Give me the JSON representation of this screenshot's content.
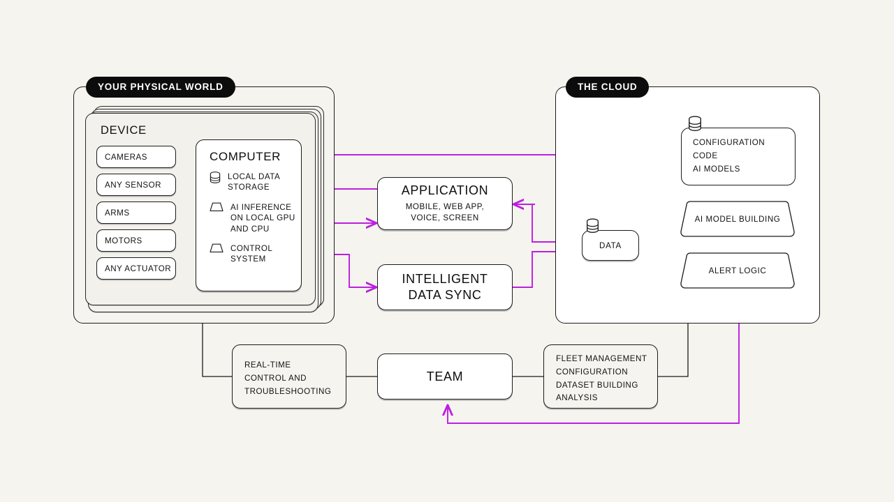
{
  "theme": {
    "background": "#f6f4ef",
    "stroke": "#1b1b1b",
    "accent": "#bd1ee0",
    "badge_bg": "#0c0c0c",
    "badge_fg": "#ffffff"
  },
  "regions": {
    "physical_world": {
      "badge": "YOUR PHYSICAL WORLD"
    },
    "cloud": {
      "badge": "THE CLOUD"
    }
  },
  "device": {
    "title": "DEVICE",
    "peripherals": [
      {
        "label": "CAMERAS",
        "direction": "to-computer"
      },
      {
        "label": "ANY SENSOR",
        "direction": "to-computer"
      },
      {
        "label": "ARMS",
        "direction": "from-computer"
      },
      {
        "label": "MOTORS",
        "direction": "from-computer"
      },
      {
        "label": "ANY ACTUATOR",
        "direction": "from-computer"
      }
    ],
    "computer": {
      "title": "COMPUTER",
      "items": [
        {
          "icon": "database-icon",
          "label": "LOCAL DATA\nSTORAGE"
        },
        {
          "icon": "trapezoid-compute-icon",
          "label": "AI INFERENCE\nON LOCAL GPU\nAND CPU"
        },
        {
          "icon": "trapezoid-compute-icon",
          "label": "CONTROL\nSYSTEM"
        }
      ]
    }
  },
  "middle": {
    "application": {
      "title": "APPLICATION",
      "subtitle": "MOBILE, WEB APP,\nVOICE, SCREEN"
    },
    "data_sync": {
      "title": "INTELLIGENT\nDATA SYNC",
      "line1": "INTELLIGENT",
      "line2": "DATA SYNC"
    }
  },
  "cloud": {
    "configuration": {
      "icon": "database-icon",
      "lines": [
        "CONFIGURATION",
        "CODE",
        "AI MODELS"
      ]
    },
    "data": {
      "icon": "database-icon",
      "label": "DATA"
    },
    "ai_model_building": {
      "label": "AI MODEL BUILDING",
      "shape": "trapezoid"
    },
    "alert_logic": {
      "label": "ALERT LOGIC",
      "shape": "trapezoid"
    }
  },
  "bottom": {
    "realtime": {
      "lines": [
        "REAL-TIME",
        "CONTROL AND",
        "TROUBLESHOOTING"
      ]
    },
    "team": {
      "label": "TEAM"
    },
    "fleet": {
      "lines": [
        "FLEET MANAGEMENT",
        "CONFIGURATION",
        "DATASET BUILDING",
        "ANALYSIS"
      ]
    }
  }
}
